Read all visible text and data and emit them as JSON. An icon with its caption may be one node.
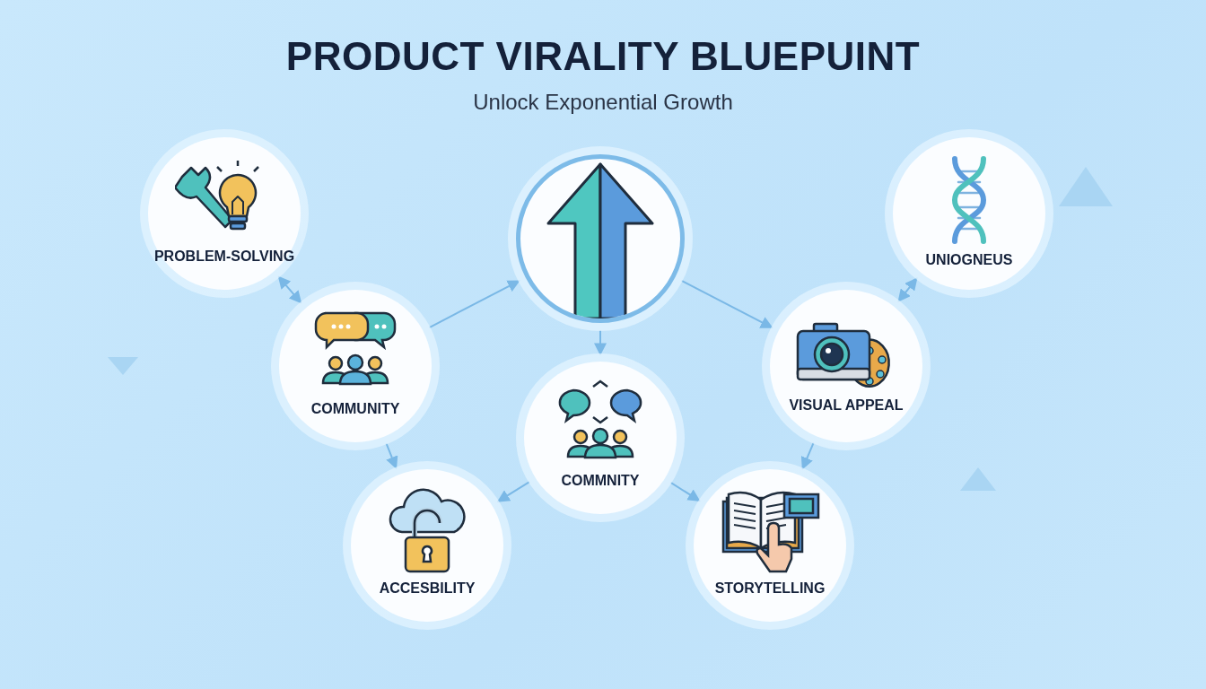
{
  "diagram": {
    "title": "PRODUCT VIRALITY BLUEPUINT",
    "caption": "Unlock Exponential Growth",
    "nodes": [
      {
        "text": [
          "PROBLEM-SOLVING"
        ]
      },
      {
        "text": [],
        "shape": "circle"
      },
      {
        "text": [
          "UNIOGNEUS"
        ]
      },
      {
        "text": [
          "COMMUNITY"
        ]
      },
      {
        "text": [
          "VISUAL APPEAL"
        ]
      },
      {
        "text": [
          "COMMNITY"
        ]
      },
      {
        "text": [
          "ACCESBILITY"
        ]
      },
      {
        "text": [
          "STORYTELLING"
        ]
      }
    ],
    "edges": [
      {
        "from": 0,
        "to": 3,
        "arrow": "both"
      },
      {
        "from": 3,
        "to": 1,
        "arrow": "to"
      },
      {
        "from": 1,
        "to": 4,
        "arrow": "to"
      },
      {
        "from": 2,
        "to": 4,
        "arrow": "both"
      },
      {
        "from": 1,
        "to": 5,
        "arrow": "to"
      },
      {
        "from": 3,
        "to": 6,
        "arrow": "to"
      },
      {
        "from": 5,
        "to": 6,
        "arrow": "to"
      },
      {
        "from": 5,
        "to": 7,
        "arrow": "to"
      },
      {
        "from": 4,
        "to": 7,
        "arrow": "to"
      }
    ]
  }
}
